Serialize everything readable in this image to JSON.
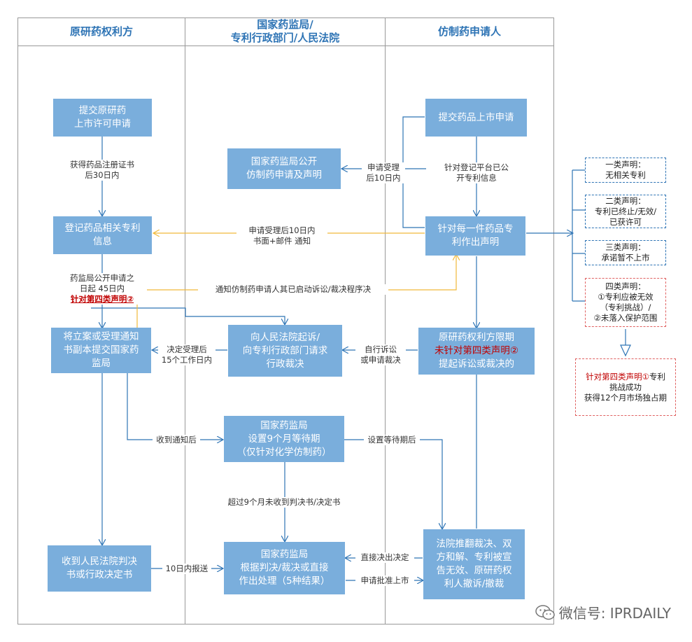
{
  "lanes": {
    "left": "原研药权利方",
    "middle_line1": "国家药监局/",
    "middle_line2": "专利行政部门/人民法院",
    "right": "仿制药申请人"
  },
  "boxes": {
    "submit_original_l1": "提交原研药",
    "submit_original_l2": "上市许可申请",
    "register_patent_l1": "登记药品相关专利",
    "register_patent_l2": "信息",
    "file_notice_l1": "将立案或受理通知",
    "file_notice_l2": "书副本提交国家药",
    "file_notice_l3": "监局",
    "receive_judgment_l1": "收到人民法院判决",
    "receive_judgment_l2": "书或行政决定书",
    "nmpa_publish_l1": "国家药监局公开",
    "nmpa_publish_l2": "仿制药申请及声明",
    "sue_l1": "向人民法院起诉/",
    "sue_l2": "向专利行政部门请求",
    "sue_l3": "行政裁决",
    "wait_l1": "国家药监局",
    "wait_l2": "设置9个月等待期",
    "wait_l3": "（仅针对化学仿制药）",
    "handle_l1": "国家药监局",
    "handle_l2": "根据判决/裁决或直接",
    "handle_l3": "作出处理（5种结果）",
    "submit_drug": "提交药品上市申请",
    "declare_l1": "针对每一件药品专",
    "declare_l2": "利作出声明",
    "deadline_l1": "原研药权利方限期",
    "deadline_red": "未针对第四类声明②",
    "deadline_l3": "提起诉讼或裁决的",
    "court_l1": "法院推翻裁决、双",
    "court_l2": "方和解、专利被宣",
    "court_l3": "告无效、原研药权",
    "court_l4": "利人撤诉/撤裁"
  },
  "labels": {
    "cert_l1": "获得药品注册证书",
    "cert_l2": "后30日内",
    "pub_l1": "药监局公开申请之",
    "pub_l2": "日起  45日内",
    "pub_red": "针对第四类声明②",
    "accept_l1": "申请受理",
    "accept_l2": "后10日内",
    "notify_l1": "申请受理后10日内",
    "notify_l2": "书面+邮件  通知",
    "platform_l1": "针对登记平台已公",
    "platform_l2": "开专利信息",
    "notify_generic": "通知仿制药申请人其已启动诉讼/裁决程序决",
    "decide_l1": "决定受理后",
    "decide_l2": "15个工作日内",
    "self_l1": "自行诉讼",
    "self_l2": "或申请裁决",
    "received": "收到通知后",
    "after_wait": "设置等待期后",
    "over9": "超过9个月未收到判决书/决定书",
    "ten_days": "10日内报送",
    "direct": "直接决出决定",
    "approve": "申请批准上市"
  },
  "side": {
    "c1_l1": "一类声明：",
    "c1_l2": "无相关专利",
    "c2_l1": "二类声明：",
    "c2_l2": "专利已终止/无效/",
    "c2_l3": "已获许可",
    "c3_l1": "三类声明：",
    "c3_l2": "承诺暂不上市",
    "c4_l1": "四类声明：",
    "c4_l2": "①专利应被无效",
    "c4_l3": "（专利挑战）/",
    "c4_l4": "②未落入保护范围",
    "result_red": "针对第四类声明①",
    "result_l1": "专利",
    "result_l2": "挑战成功",
    "result_l3": "获得12个月市场独占期"
  },
  "watermark": "微信号: IPRDAILY",
  "colors": {
    "box": "#7aaedc",
    "line": "#2e74b5",
    "notice": "#f5c242",
    "red": "#c00000"
  }
}
